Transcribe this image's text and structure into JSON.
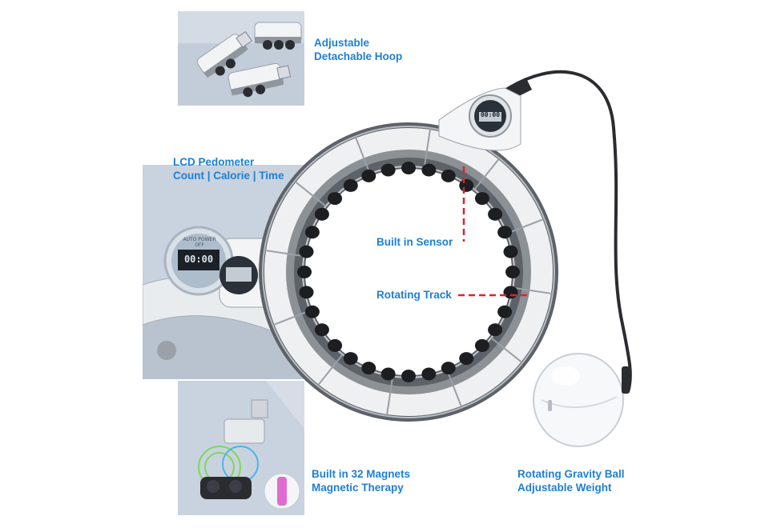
{
  "features": {
    "hoop": {
      "line1": "Adjustable",
      "line2": "Detachable Hoop"
    },
    "lcd": {
      "line1": "LCD Pedometer",
      "line2": "Count | Calorie | Time"
    },
    "sensor": {
      "label": "Built in Sensor"
    },
    "track": {
      "label": "Rotating Track"
    },
    "magnets": {
      "line1": "Built in 32 Magnets",
      "line2": "Magnetic Therapy"
    },
    "ball": {
      "line1": "Rotating Gravity Ball",
      "line2": "Adjustable Weight"
    }
  },
  "counter": {
    "brand": "AUTO POWER OFF",
    "display": "00:00"
  },
  "colors": {
    "accent_text": "#1e7fd6",
    "callout_line": "#e0202a",
    "panel_bg": "#c9d3df",
    "hoop_white": "#f4f5f6",
    "hoop_gray": "#8c9196",
    "bead_black": "#1c1e21"
  }
}
